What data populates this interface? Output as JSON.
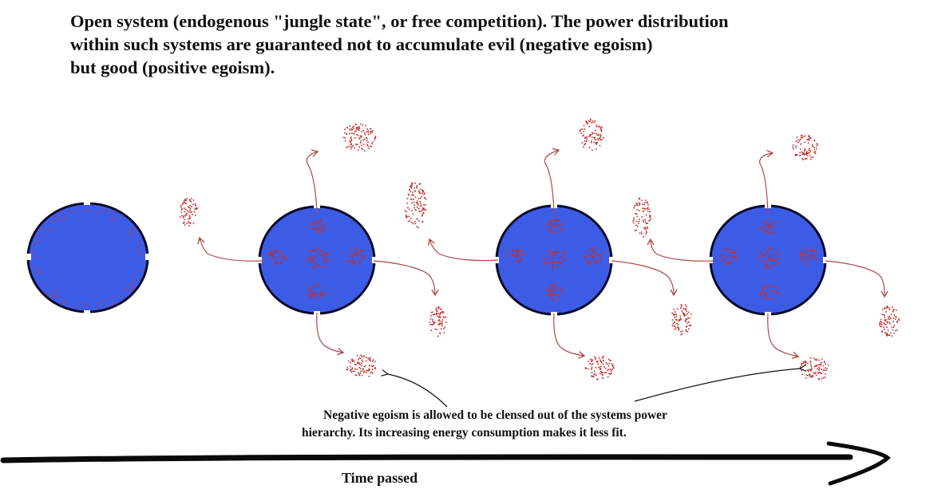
{
  "title": {
    "line1": "Open system (endogenous \"jungle state\", or free competition). The power distribution",
    "line2": "within such systems are  guaranteed not to accumulate evil (negative egoism)",
    "line3": "but good (positive egoism)."
  },
  "caption": {
    "line1": "Negative egoism is allowed to be clensed out of the systems power",
    "line2": "hierarchy. Its increasing energy consumption makes it less fit."
  },
  "time_axis_label": "Time passed",
  "colors": {
    "system_fill": "#3d5ce6",
    "system_outline": "#0a0a28",
    "egoism_dots": "#c0302e",
    "arrow": "#b04848",
    "text": "#111111"
  }
}
